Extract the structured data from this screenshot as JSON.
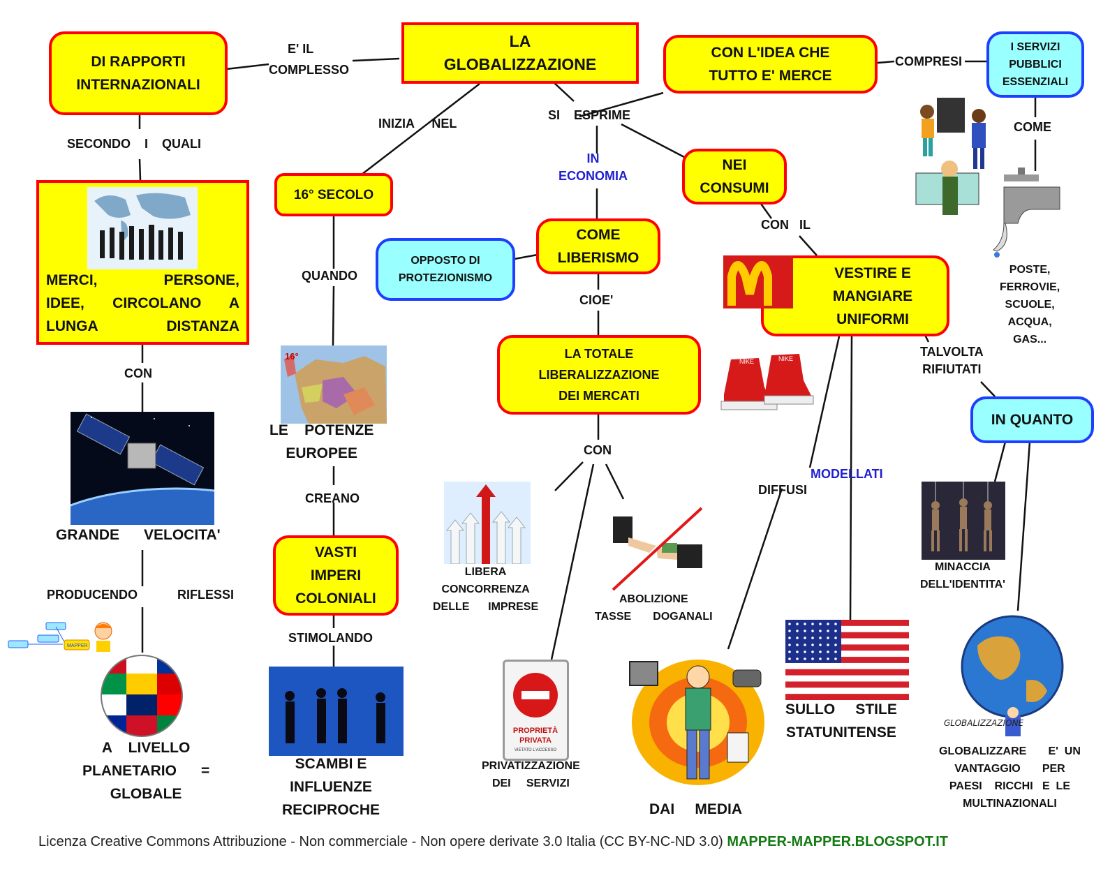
{
  "colors": {
    "node_fill": "#ffff00",
    "node_border": "#ff0000",
    "alt_fill": "#99ffff",
    "alt_border": "#1f3fff",
    "accent_label": "#1f1fd0",
    "footer_link": "#137a13"
  },
  "nodes": {
    "title": "LA\nGLOBALIZZAZIONE",
    "rapporti": "DI   RAPPORTI\nINTERNAZIONALI",
    "idea": "CON   L'IDEA   CHE\nTUTTO   E'   MERCE",
    "servizi": "I   SERVIZI\nPUBBLICI\nESSENZIALI",
    "merci": "MERCI,   PERSONE,\nIDEE,   CIRCOLANO   A\nLUNGA   DISTANZA",
    "secolo": "16°   SECOLO",
    "consumi": "NEI\nCONSUMI",
    "liberismo": "COME\nLIBERISMO",
    "opposto": "OPPOSTO   DI\nPROTEZIONISMO",
    "vestire": "VESTIRE   E\nMANGIARE\nUNIFORMI",
    "totale": "LA   TOTALE\nLIBERALIZZAZIONE\nDEI   MERCATI",
    "inquanto": "IN   QUANTO",
    "vasti": "VASTI\nIMPERI\nCOLONIALI"
  },
  "labels": {
    "eil": "E'  IL",
    "complesso": "COMPLESSO",
    "compresi": "COMPRESI",
    "secondo": "SECONDO    I    QUALI",
    "inizia": "INIZIA     NEL",
    "siesprime": "SI    ESPRIME",
    "come": "COME",
    "ineconomia": "IN\nECONOMIA",
    "conil": "CON   IL",
    "quando": "QUANDO",
    "poste": "POSTE,\nFERROVIE,\nSCUOLE,\nACQUA,\nGAS...",
    "cioe": "CIOE'",
    "talvolta": "TALVOLTA\nRIFIUTATI",
    "con1": "CON",
    "potenze": "LE    POTENZE\nEUROPEE",
    "con2": "CON",
    "diffusi": "DIFFUSI",
    "modellati": "MODELLATI",
    "creano": "CREANO",
    "grande": "GRANDE      VELOCITA'",
    "libera": "LIBERA\nCONCORRENZA\nDELLE      IMPRESE",
    "minaccia": "MINACCIA\nDELL'IDENTITA'",
    "producendo": "PRODUCENDO",
    "riflessi": "RIFLESSI",
    "abolizione": "ABOLIZIONE\nTASSE       DOGANALI",
    "stimolando": "STIMOLANDO",
    "livello": "A    LIVELLO\nPLANETARIO      =\nGLOBALE",
    "scambi": "SCAMBI    E\nINFLUENZE\nRECIPROCHE",
    "privatizzazione": "PRIVATIZZAZIONE\nDEI     SERVIZI",
    "media": "DAI     MEDIA",
    "sullo": "SULLO     STILE\nSTATUNITENSE",
    "globalizzare": "GLOBALIZZARE       E'  UN\nVANTAGGIO       PER\nPAESI    RICCHI   E  LE\nMULTINAZIONALI"
  },
  "images": {
    "mapper_logo": "MAPPER",
    "nike": "NIKE",
    "proprieta": "PROPRIETÀ\nPRIVATA",
    "vietato": "VIETATO L'ACCESSO",
    "globalizzazione_cartoon": "GLOBALIZZAZIONE"
  },
  "footer": {
    "license": "Licenza Creative Commons Attribuzione - Non commerciale - Non opere derivate 3.0 Italia (CC BY-NC-ND 3.0)",
    "link": "MAPPER-MAPPER.BLOGSPOT.IT"
  }
}
